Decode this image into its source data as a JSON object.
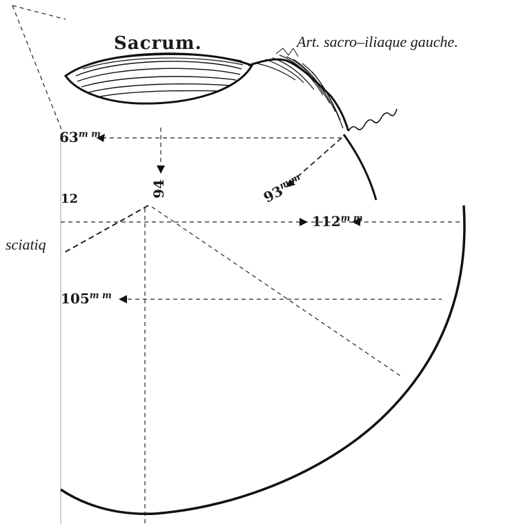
{
  "labels": {
    "sacrum": "Sacrum.",
    "sacroiliac_joint": "Art. sacro–iliaque gauche.",
    "sciatic": "sciatiq",
    "m63": {
      "value": "63",
      "unit": "m m"
    },
    "m93": {
      "value": "93",
      "unit": "m m"
    },
    "m94": "94",
    "m112": {
      "value": "112",
      "unit": "m m"
    },
    "m105": {
      "value": "105",
      "unit": "m m"
    },
    "m12": "12"
  },
  "colors": {
    "ink": "#1a1a1a",
    "paper": "#ffffff"
  }
}
